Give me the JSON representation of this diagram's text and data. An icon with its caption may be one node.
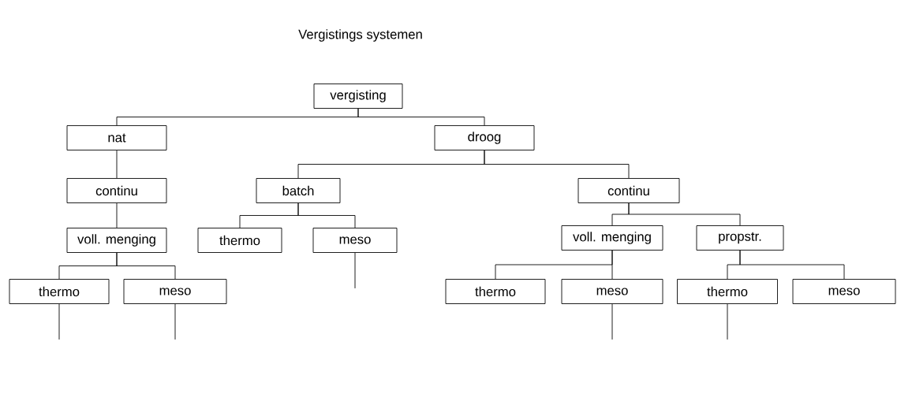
{
  "diagram": {
    "title": "Vergistings systemen",
    "nodes": [
      {
        "text": [
          "vergisting"
        ]
      },
      {
        "text": [
          "nat"
        ]
      },
      {
        "text": [
          "droog"
        ]
      },
      {
        "text": [
          "continu"
        ]
      },
      {
        "text": [
          "batch"
        ]
      },
      {
        "text": [
          "continu"
        ]
      },
      {
        "text": [
          "voll. menging"
        ]
      },
      {
        "text": [
          "thermo"
        ]
      },
      {
        "text": [
          "meso"
        ]
      },
      {
        "text": [
          "voll. menging"
        ]
      },
      {
        "text": [
          "propstr."
        ]
      },
      {
        "text": [
          "thermo"
        ]
      },
      {
        "text": [
          "meso"
        ]
      },
      {
        "text": [
          "thermo"
        ]
      },
      {
        "text": [
          "meso"
        ]
      },
      {
        "text": [
          "thermo"
        ]
      },
      {
        "text": [
          "meso"
        ]
      }
    ],
    "edges": [
      {
        "from": 0,
        "to": 1,
        "arrow": "none"
      },
      {
        "from": 0,
        "to": 2,
        "arrow": "none"
      },
      {
        "from": 1,
        "to": 3,
        "arrow": "none"
      },
      {
        "from": 2,
        "to": 4,
        "arrow": "none"
      },
      {
        "from": 2,
        "to": 5,
        "arrow": "none"
      },
      {
        "from": 3,
        "to": 6,
        "arrow": "none"
      },
      {
        "from": 4,
        "to": 7,
        "arrow": "none"
      },
      {
        "from": 4,
        "to": 8,
        "arrow": "none"
      },
      {
        "from": 5,
        "to": 9,
        "arrow": "none"
      },
      {
        "from": 5,
        "to": 10,
        "arrow": "none"
      },
      {
        "from": 6,
        "to": 11,
        "arrow": "none"
      },
      {
        "from": 6,
        "to": 12,
        "arrow": "none"
      },
      {
        "from": 9,
        "to": 13,
        "arrow": "none"
      },
      {
        "from": 9,
        "to": 14,
        "arrow": "none"
      },
      {
        "from": 10,
        "to": 15,
        "arrow": "none"
      },
      {
        "from": 10,
        "to": 16,
        "arrow": "none"
      },
      {
        "from": 11,
        "to": null,
        "arrow": "none"
      },
      {
        "from": 12,
        "to": null,
        "arrow": "none"
      },
      {
        "from": 8,
        "to": null,
        "arrow": "none"
      },
      {
        "from": 14,
        "to": null,
        "arrow": "none"
      },
      {
        "from": 15,
        "to": null,
        "arrow": "none"
      }
    ]
  }
}
